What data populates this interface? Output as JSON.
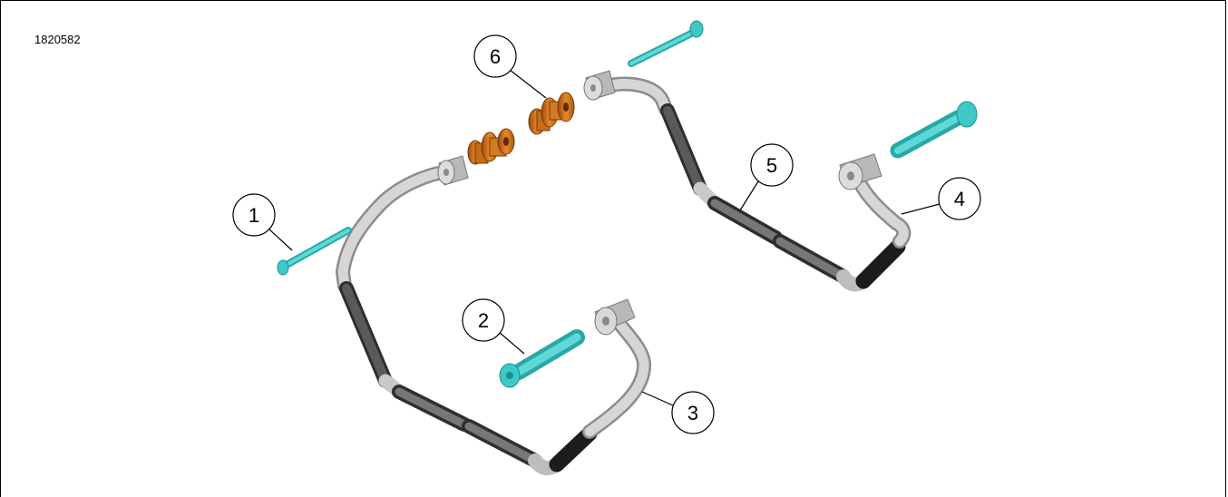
{
  "figure_id": "1820582",
  "callouts": [
    {
      "label": "1"
    },
    {
      "label": "2"
    },
    {
      "label": "3"
    },
    {
      "label": "4"
    },
    {
      "label": "5"
    },
    {
      "label": "6"
    }
  ],
  "colors": {
    "screw": "#3ec9c9",
    "spacer": "#d87a1e",
    "bar_light": "#c9c9c9",
    "bar_dark": "#4a4a4a",
    "border": "#000000"
  }
}
